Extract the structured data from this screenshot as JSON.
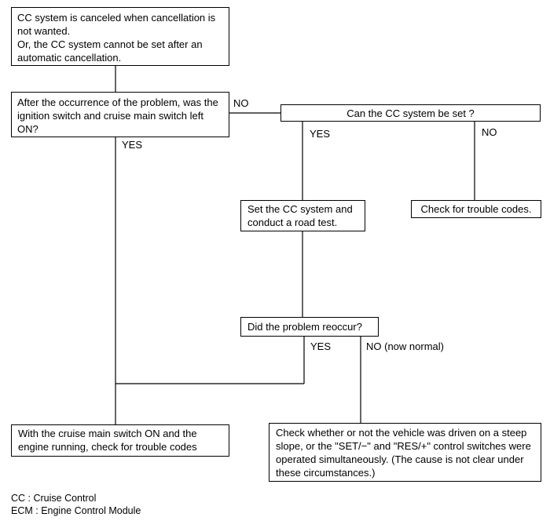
{
  "boxes": {
    "start": "CC system is canceled when cancellation is not wanted.\nOr, the CC system cannot be set after an automatic cancellation.",
    "ignition": "After the occurrence of the problem, was the ignition switch and cruise main switch left ON?",
    "can_set": "Can the CC system be set ?",
    "check_codes": "Check for trouble codes.",
    "set_road_test": "Set the CC system and conduct a road test.",
    "reoccur": "Did the problem reoccur?",
    "main_switch_on": "With the cruise main switch ON and the engine running, check for trouble codes",
    "steep_slope": "Check whether or not the vehicle was driven on a steep slope, or the \"SET/−\" and \"RES/+\" control switches were operated simultaneously. (The cause is not clear under these circumstances.)"
  },
  "labels": {
    "ignition_no": "NO",
    "ignition_yes": "YES",
    "can_set_yes": "YES",
    "can_set_no": "NO",
    "reoccur_yes": "YES",
    "reoccur_no": "NO (now normal)"
  },
  "legend": {
    "cc": "CC : Cruise Control",
    "ecm": "ECM : Engine Control Module"
  }
}
